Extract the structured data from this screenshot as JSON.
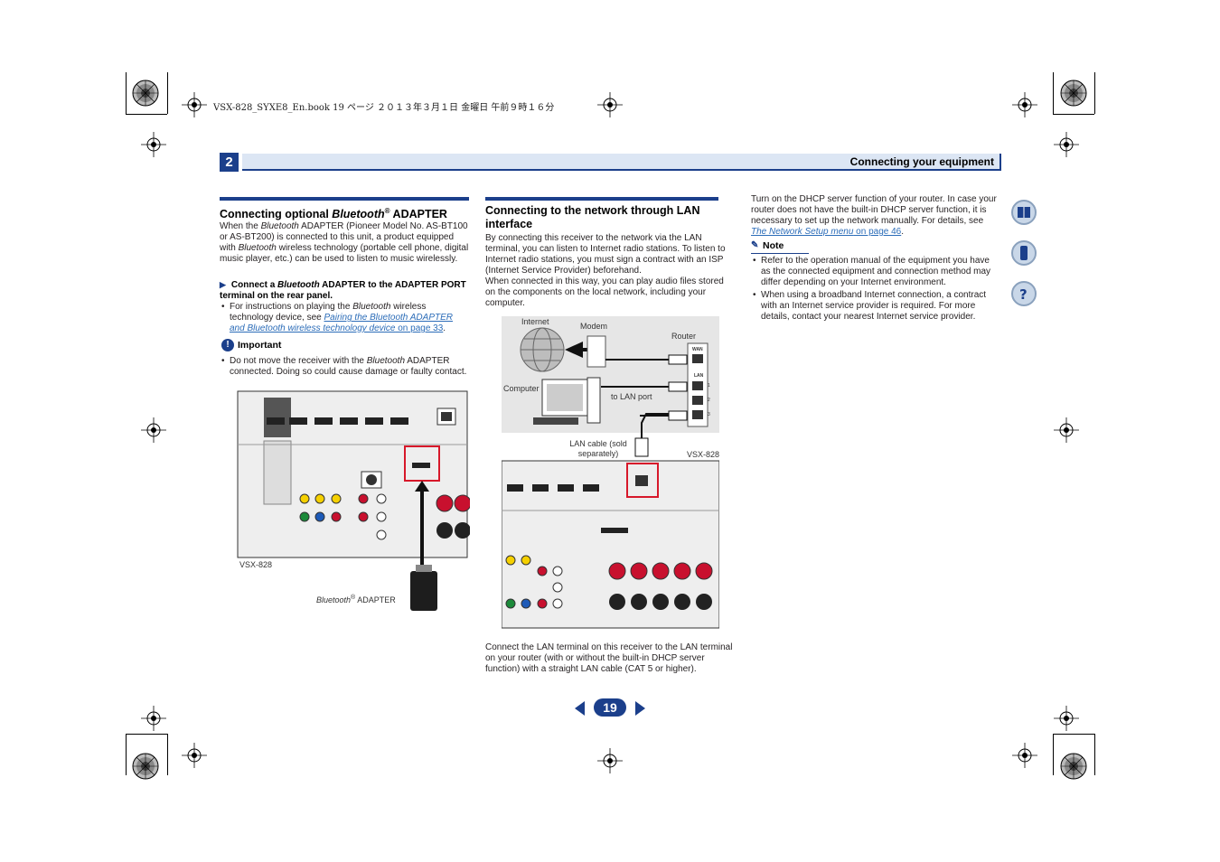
{
  "print_header": "VSX-828_SYXE8_En.book   19 ページ   ２０１３年３月１日   金曜日   午前９時１６分",
  "chapter": {
    "number": "2",
    "title": "Connecting your equipment"
  },
  "bluetooth_section": {
    "heading_prefix": "Connecting optional ",
    "heading_italic": "Bluetooth",
    "heading_sup": "®",
    "heading_suffix": " ADAPTER",
    "intro_1": "When the ",
    "intro_italic_1": "Bluetooth",
    "intro_2": " ADAPTER (Pioneer Model No. AS-BT100 or AS-BT200) is connected to this unit, a product equipped with ",
    "intro_italic_2": "Bluetooth",
    "intro_3": " wireless technology (portable cell phone, digital music player, etc.) can be used to listen to music wirelessly.",
    "step_1": "Connect a ",
    "step_italic": "Bluetooth",
    "step_2": " ADAPTER to the ADAPTER PORT terminal on the rear panel.",
    "bullet_1": "For instructions on playing the ",
    "bullet_italic": "Bluetooth",
    "bullet_2": " wireless technology device, see ",
    "bullet_link": "Pairing the Bluetooth ADAPTER and Bluetooth wireless technology device",
    "bullet_link_page": " on page 33",
    "bullet_end": ".",
    "important_label": "Important",
    "important_1": "Do not move the receiver with the ",
    "important_italic": "Bluetooth",
    "important_2": " ADAPTER connected. Doing so could cause damage or faulty contact.",
    "figure_model": "VSX-828",
    "figure_adapter_italic": "Bluetooth",
    "figure_adapter_sup": "®",
    "figure_adapter_text": " ADAPTER"
  },
  "lan_section": {
    "heading": "Connecting to the network through LAN interface",
    "para_1": "By connecting this receiver to the network via the LAN terminal, you can listen to Internet radio stations. To listen to Internet radio stations, you must sign a contract with an ISP (Internet Service Provider) beforehand.",
    "para_2": "When connected in this way, you can play audio files stored on the components on the local network, including your computer.",
    "fig_internet": "Internet",
    "fig_modem": "Modem",
    "fig_router": "Router",
    "fig_computer": "Computer",
    "fig_to_lan": "to LAN port",
    "fig_cable": "LAN cable (sold separately)",
    "fig_model": "VSX-828",
    "fig_wan": "WAN",
    "fig_lan": "LAN",
    "fig_port_1": "1",
    "fig_port_2": "2",
    "fig_port_3": "3",
    "caption": "Connect the LAN terminal on this receiver to the LAN terminal on your router (with or without the built-in DHCP server function) with a straight LAN cable (CAT 5 or higher)."
  },
  "right_column": {
    "para_1": "Turn on the DHCP server function of your router. In case your router does not have the built-in DHCP server function, it is necessary to set up the network manually. For details, see ",
    "link": "The Network Setup menu",
    "link_page": " on page 46",
    "link_end": ".",
    "note_label": "Note",
    "note_1": "Refer to the operation manual of the equipment you have as the connected equipment and connection method may differ depending on your Internet environment.",
    "note_2": "When using a broadband Internet connection, a contract with an Internet service provider is required. For more details, contact your nearest Internet service provider."
  },
  "side_icons": [
    "book-icon",
    "remote-icon",
    "help-icon"
  ],
  "page_number": "19",
  "colors": {
    "accent": "#1b3f8b",
    "bar": "#dce6f4",
    "link": "#2b6cb8",
    "highlight": "#d7182a"
  }
}
